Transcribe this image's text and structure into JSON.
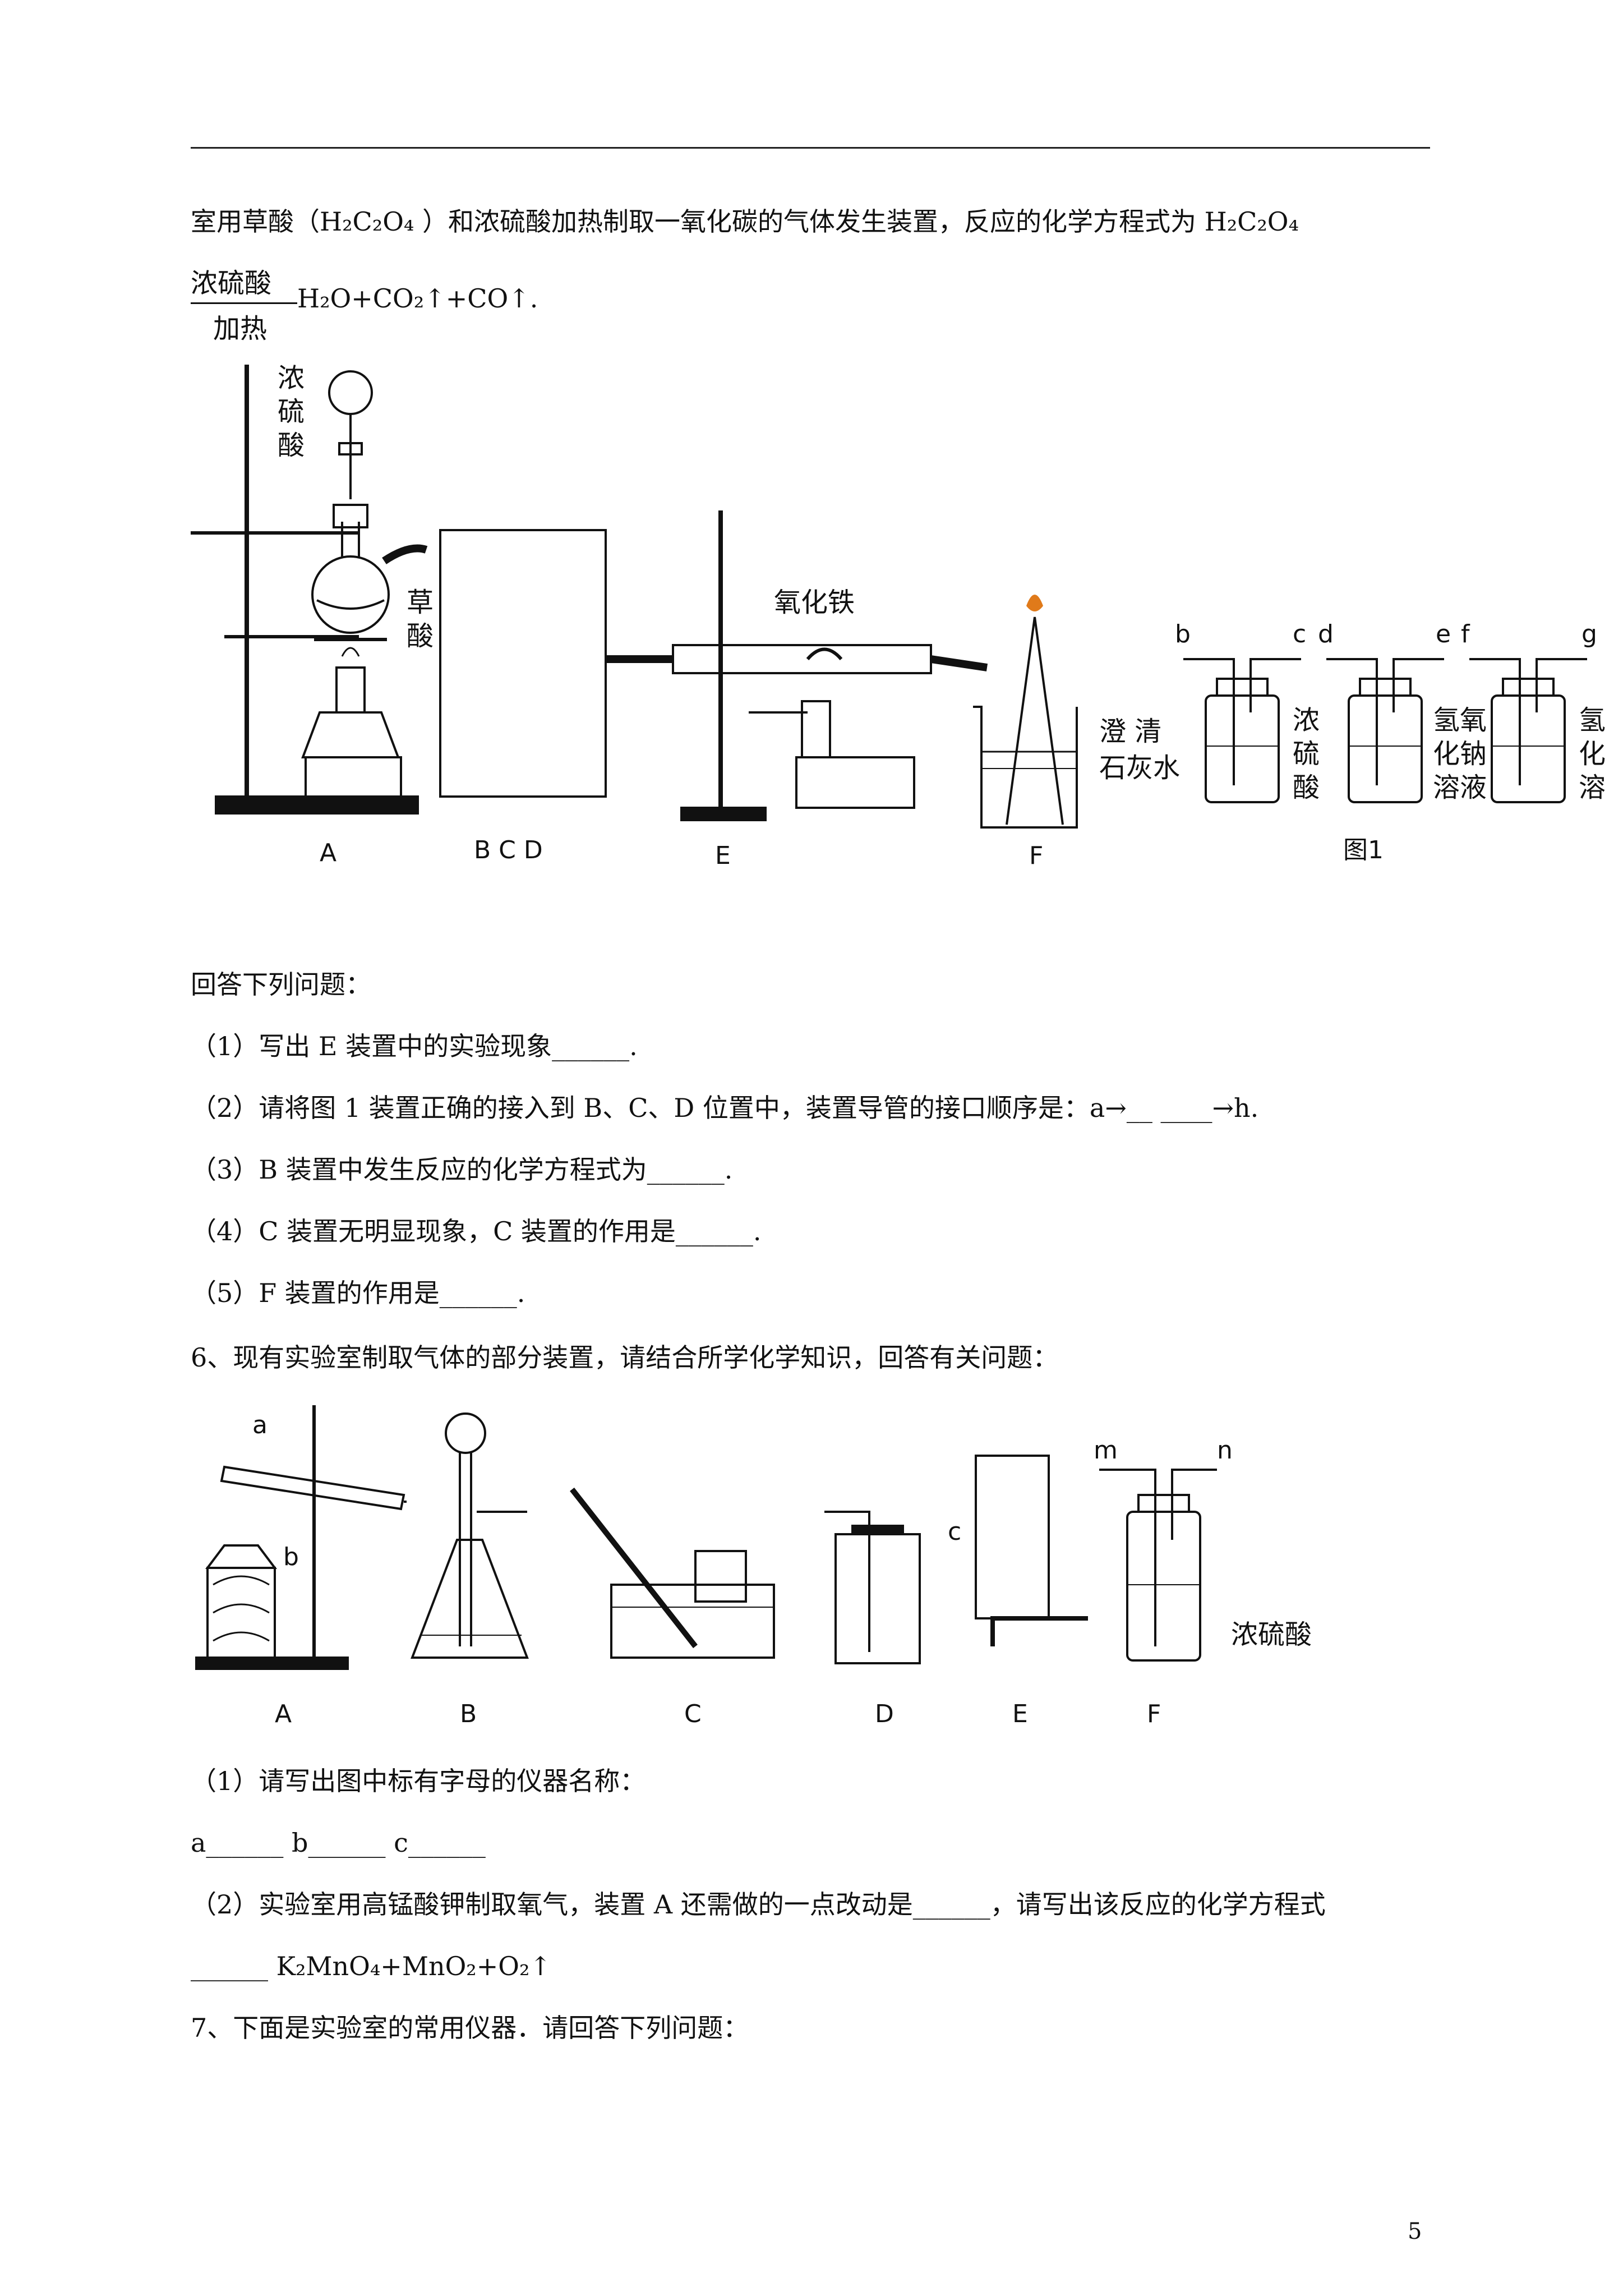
{
  "header": {
    "page_number": "5"
  },
  "q5": {
    "intro": "室用草酸（H₂C₂O₄ ）和浓硫酸加热制取一氧化碳的气体发生装置，反应的化学方程式为 H₂C₂O₄",
    "cond_top": "浓硫酸",
    "cond_bottom": "加热",
    "products": "H₂O+CO₂↑+CO↑.",
    "fig1": {
      "label_A": "A",
      "label_BCD": "B  C  D",
      "label_E": "E",
      "label_F": "F",
      "conc_acid": [
        "浓",
        "硫",
        "酸"
      ],
      "oxalic": [
        "草",
        "酸"
      ],
      "iron_oxide": "氧化铁",
      "limewater": [
        "澄 清",
        "石灰水"
      ],
      "bottle_ports": [
        "b",
        "c",
        "d",
        "e",
        "f",
        "g"
      ],
      "bottle1": [
        "浓",
        "硫",
        "酸"
      ],
      "bottle2": [
        "氢氧",
        "化钠",
        "溶液"
      ],
      "bottle3": [
        "氢",
        "化",
        "溶"
      ],
      "fig_caption": "图1"
    },
    "answer_prompt": "回答下列问题：",
    "sub1": "（1）写出 E 装置中的实验现象______.",
    "sub2": "（2）请将图 1 装置正确的接入到 B、C、D 位置中，装置导管的接口顺序是：a→__ ____→h.",
    "sub3": "（3）B 装置中发生反应的化学方程式为______.",
    "sub4": "（4）C 装置无明显现象，C 装置的作用是______.",
    "sub5": "（5）F 装置的作用是______."
  },
  "q6": {
    "stem": "6、现有实验室制取气体的部分装置，请结合所学化学知识，回答有关问题：",
    "fig": {
      "labels": [
        "A",
        "B",
        "C",
        "D",
        "E",
        "F"
      ],
      "letter_a": "a",
      "letter_b": "b",
      "letter_c": "c",
      "letter_m": "m",
      "letter_n": "n",
      "conc_acid": "浓硫酸"
    },
    "sub1": "（1）请写出图中标有字母的仪器名称：",
    "blanks": "a______        b______        c______",
    "sub2": "（2）实验室用高锰酸钾制取氧气，装置 A 还需做的一点改动是______，请写出该反应的化学方程式",
    "sub2_eq": "______    K₂MnO₄+MnO₂+O₂↑"
  },
  "q7": {
    "stem": "7、下面是实验室的常用仪器．请回答下列问题："
  }
}
